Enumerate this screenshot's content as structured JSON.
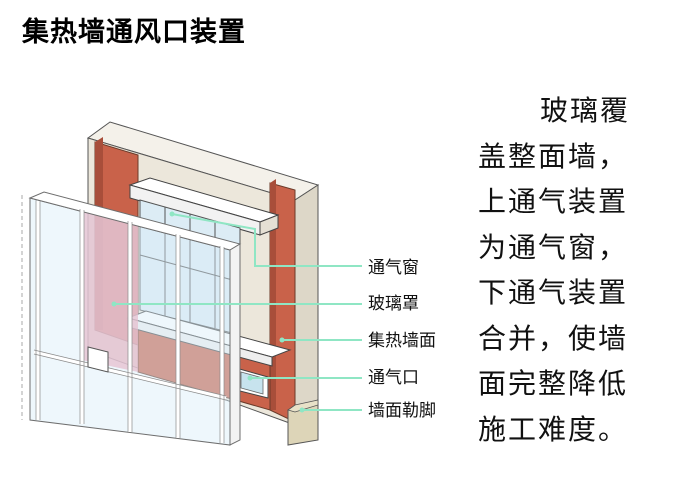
{
  "title": "集热墙通风口装置",
  "callouts": [
    {
      "id": "vent-window",
      "text": "通气窗"
    },
    {
      "id": "glass-cover",
      "text": "玻璃罩"
    },
    {
      "id": "collector-wall",
      "text": "集热墙面"
    },
    {
      "id": "vent-opening",
      "text": "通气口"
    },
    {
      "id": "wall-plinth",
      "text": "墙面勒脚"
    }
  ],
  "description_lines": [
    "玻璃覆",
    "盖整面墙，",
    "上通气装置",
    "为通气窗，",
    "下通气装置",
    "合并，使墙",
    "面完整降低",
    "施工难度。"
  ],
  "colors": {
    "brick": "#c9624a",
    "wall": "#ece7db",
    "callout_line": "#8fe6c4",
    "glass_frame": "#ffffff",
    "pink_glass": "#e6bfcf",
    "plinth": "#ddd5b8"
  }
}
